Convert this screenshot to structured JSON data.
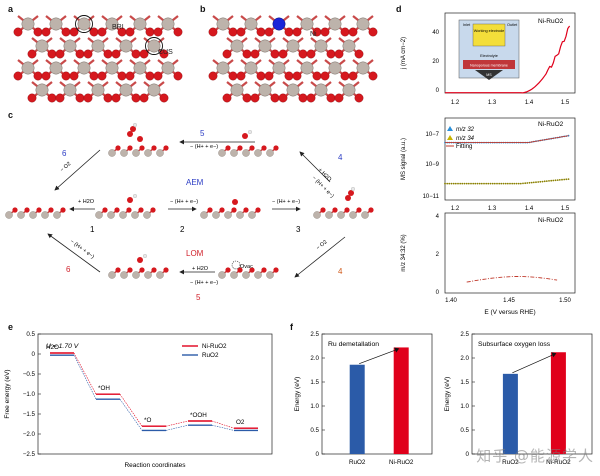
{
  "panels": {
    "a": "a",
    "b": "b",
    "c": "c",
    "d": "d",
    "e": "e",
    "f": "f"
  },
  "structure_a": {
    "bri": "BRI",
    "cus": "CUS"
  },
  "structure_b": {
    "ni": "Ni"
  },
  "cycle": {
    "aem_label": "AEM",
    "lom_label": "LOM",
    "steps_aem": {
      "s1": "1",
      "s2": "2",
      "s3": "3",
      "s4": "4",
      "s5": "5",
      "s6": "6"
    },
    "steps_lom": {
      "s4": "4",
      "s5": "5",
      "s6": "6"
    },
    "r_h2o_1": "+ H2O",
    "r_h_1": "− (H+ + e−)",
    "r_h_2": "− (H+ + e−)",
    "r_h_3": "− (H+ + e−)",
    "r_h2o_4": "+ H2O",
    "r_h_4": "− (H+ + e−)",
    "r_h_5": "− (H+ + e−)",
    "r_o2_6": "− O2",
    "r_o2_lom4": "− O2",
    "r_h2o_lom5": "+ H2O",
    "r_h_lom5": "− (H+ + e−)",
    "r_h_lom6": "− (H+ + e−)",
    "ovac": "Ovac"
  },
  "panel_d": {
    "top": {
      "label": "Ni-RuO2",
      "ylabel": "j (mA cm−2)",
      "yticks": [
        "0",
        "20",
        "40"
      ],
      "xticks": [
        "1.2",
        "1.3",
        "1.4",
        "1.5"
      ],
      "cell": {
        "inlet": "Inlet",
        "outlet": "Outlet",
        "electrode": "Working electrode",
        "electrolyte": "Electrolyte",
        "membrane": "Nanoporous membrane",
        "ms": "MS"
      },
      "color": "#e0001b"
    },
    "mid": {
      "label": "Ni-RuO2",
      "ylabel": "MS signal (a.u.)",
      "yticks": [
        "10−7",
        "10−9",
        "10−11"
      ],
      "xticks": [
        "1.2",
        "1.3",
        "1.4",
        "1.5"
      ],
      "legend": [
        "m/z 32",
        "m/z 34",
        "Fitting"
      ],
      "colors": [
        "#2a8fd8",
        "#c8b400",
        "#c0392b"
      ]
    },
    "bot": {
      "label": "Ni-RuO2",
      "ylabel": "m/z 34:32 (%)",
      "yticks": [
        "0",
        "2",
        "4"
      ],
      "xticks": [
        "1.40",
        "1.45",
        "1.50"
      ],
      "xlabel": "E (V versus RHE)",
      "color": "#c0392b"
    }
  },
  "chart_data": [
    {
      "type": "line",
      "panel": "e",
      "title": "U = 1.70 V",
      "xlabel": "Reaction coordinates",
      "ylabel": "Free energy (eV)",
      "ylim": [
        -2.5,
        0.5
      ],
      "yticks": [
        "0.5",
        "0",
        "−0.5",
        "−1.0",
        "−1.5",
        "−2.0",
        "−2.5"
      ],
      "categories": [
        "H2O",
        "*OH",
        "*O",
        "*OOH",
        "O2"
      ],
      "series": [
        {
          "name": "Ni-RuO2",
          "color": "#e0001b",
          "values": [
            0,
            -1.03,
            -1.83,
            -1.7,
            -1.88
          ]
        },
        {
          "name": "RuO2",
          "color": "#2b5ba8",
          "values": [
            0,
            -1.1,
            -1.88,
            -1.75,
            -1.88
          ]
        }
      ]
    },
    {
      "type": "bar",
      "panel": "f-left",
      "title": "Ru demetallation",
      "ylabel": "Energy (eV)",
      "ylim": [
        0,
        2.5
      ],
      "yticks": [
        "0",
        "0.5",
        "1.0",
        "1.5",
        "2.0",
        "2.5"
      ],
      "categories": [
        "RuO2",
        "Ni-RuO2"
      ],
      "values": [
        1.86,
        2.22
      ],
      "colors": [
        "#2b5ba8",
        "#e0001b"
      ]
    },
    {
      "type": "bar",
      "panel": "f-right",
      "title": "Subsurface oxygen loss",
      "ylabel": "Energy (eV)",
      "ylim": [
        0,
        2.5
      ],
      "yticks": [
        "0",
        "0.5",
        "1.0",
        "1.5",
        "2.0",
        "2.5"
      ],
      "categories": [
        "RuO2",
        "Ni-RuO2"
      ],
      "values": [
        1.67,
        2.12
      ],
      "colors": [
        "#2b5ba8",
        "#e0001b"
      ]
    }
  ],
  "watermark": "知乎 @能源学人"
}
